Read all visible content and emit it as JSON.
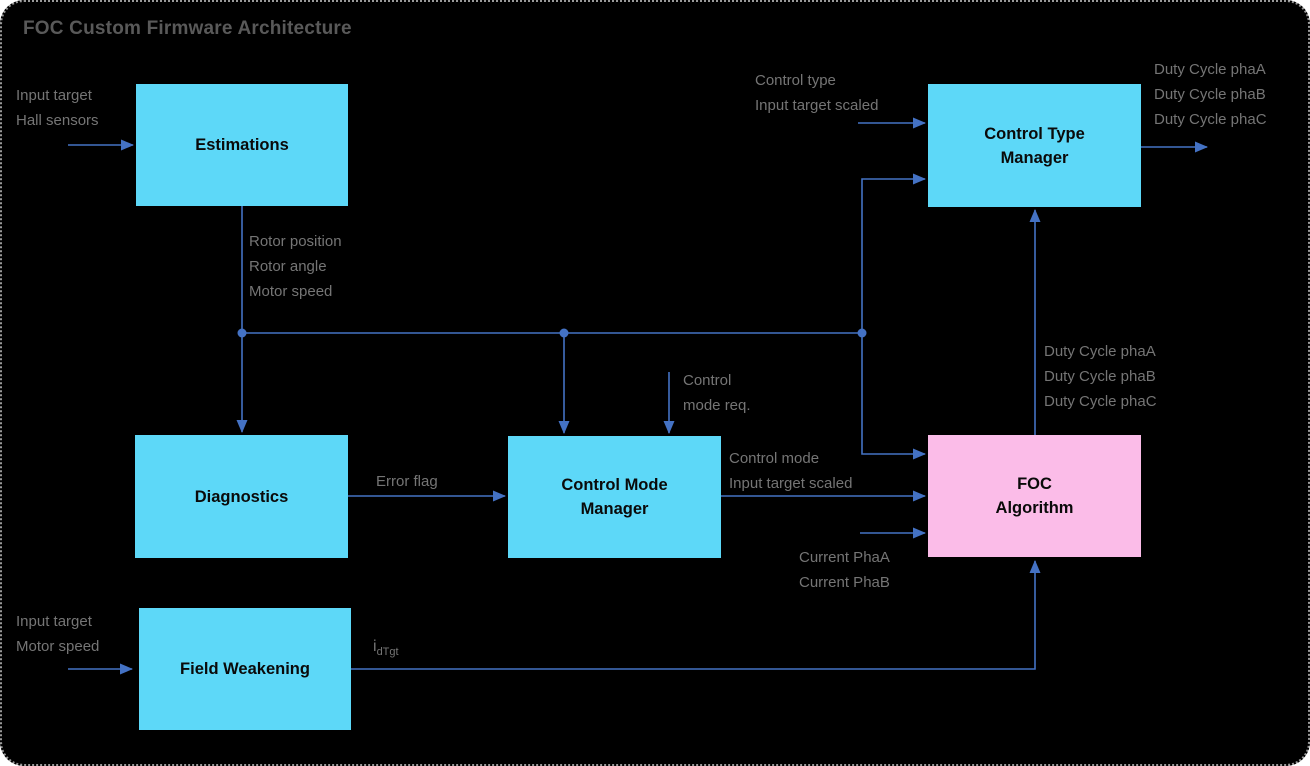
{
  "title": "FOC Custom Firmware Architecture",
  "colors": {
    "background": "#000000",
    "canvas_border": "#9a9a9a",
    "block_cyan": "#5dd8f8",
    "block_pink": "#fbbce8",
    "connector_blue": "#4472c4",
    "title_text": "#595959",
    "edge_label_text": "#757575",
    "block_text": "#0a0a0a"
  },
  "blocks": [
    {
      "id": "estimations",
      "lines": [
        "Estimations",
        ""
      ]
    },
    {
      "id": "control-type-manager",
      "lines": [
        "Control Type",
        "Manager"
      ]
    },
    {
      "id": "diagnostics",
      "lines": [
        "Diagnostics",
        ""
      ]
    },
    {
      "id": "control-mode-manager",
      "lines": [
        "Control Mode",
        "Manager"
      ]
    },
    {
      "id": "foc-algorithm",
      "lines": [
        "FOC",
        "Algorithm"
      ]
    },
    {
      "id": "field-weakening",
      "lines": [
        "Field Weakening",
        ""
      ]
    }
  ],
  "labels": {
    "estimations_inputs": {
      "lines": [
        "Input target",
        "Hall sensors"
      ]
    },
    "estimations_outputs": {
      "lines": [
        "Rotor position",
        "Rotor angle",
        "Motor speed"
      ]
    },
    "control_type_inputs": {
      "lines": [
        "Control type",
        "Input target scaled"
      ]
    },
    "duty_cycle_outputs": {
      "lines": [
        "Duty Cycle phaA",
        "Duty Cycle phaB",
        "Duty Cycle phaC"
      ]
    },
    "duty_cycle_internal": {
      "lines": [
        "Duty Cycle phaA",
        "Duty Cycle phaB",
        "Duty Cycle phaC"
      ]
    },
    "control_mode_request": {
      "lines": [
        "Control",
        "mode req."
      ]
    },
    "error_flag": {
      "lines": [
        "Error flag"
      ]
    },
    "control_mode_outputs": {
      "lines": [
        "Control mode",
        "Input target scaled"
      ]
    },
    "current_inputs": {
      "lines": [
        "Current PhaA",
        "Current PhaB"
      ]
    },
    "field_weakening_inputs": {
      "lines": [
        "Input target",
        "Motor speed"
      ]
    },
    "id_target": {
      "base": "i",
      "subscript": "dTgt"
    }
  }
}
